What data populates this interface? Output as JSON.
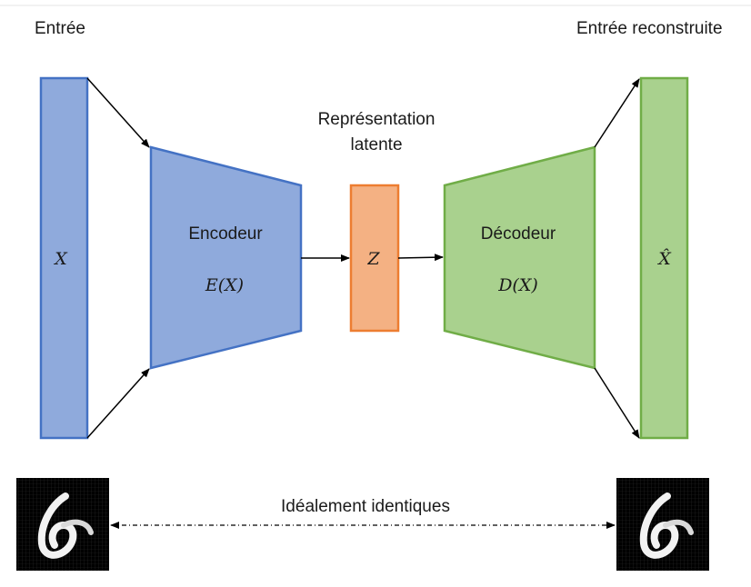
{
  "labels": {
    "input": "Entrée",
    "reconstructed": "Entrée reconstruite",
    "latent_line1": "Représentation",
    "latent_line2": "latente",
    "identical": "Idéalement identiques"
  },
  "encoder": {
    "name": "Encodeur",
    "formula": "E(X)"
  },
  "decoder": {
    "name": "Décodeur",
    "formula": "D(X)"
  },
  "input_symbol": "X",
  "latent_symbol": "Z",
  "output_symbol": "X̂",
  "colors": {
    "blue_fill": "#8faadc",
    "blue_stroke": "#4472c4",
    "orange_fill": "#f4b183",
    "orange_stroke": "#ed7d31",
    "green_fill": "#a9d18e",
    "green_stroke": "#70ad47",
    "digit_bg": "#000000"
  },
  "icons": {
    "digit_image": "handwritten-digit-6"
  }
}
